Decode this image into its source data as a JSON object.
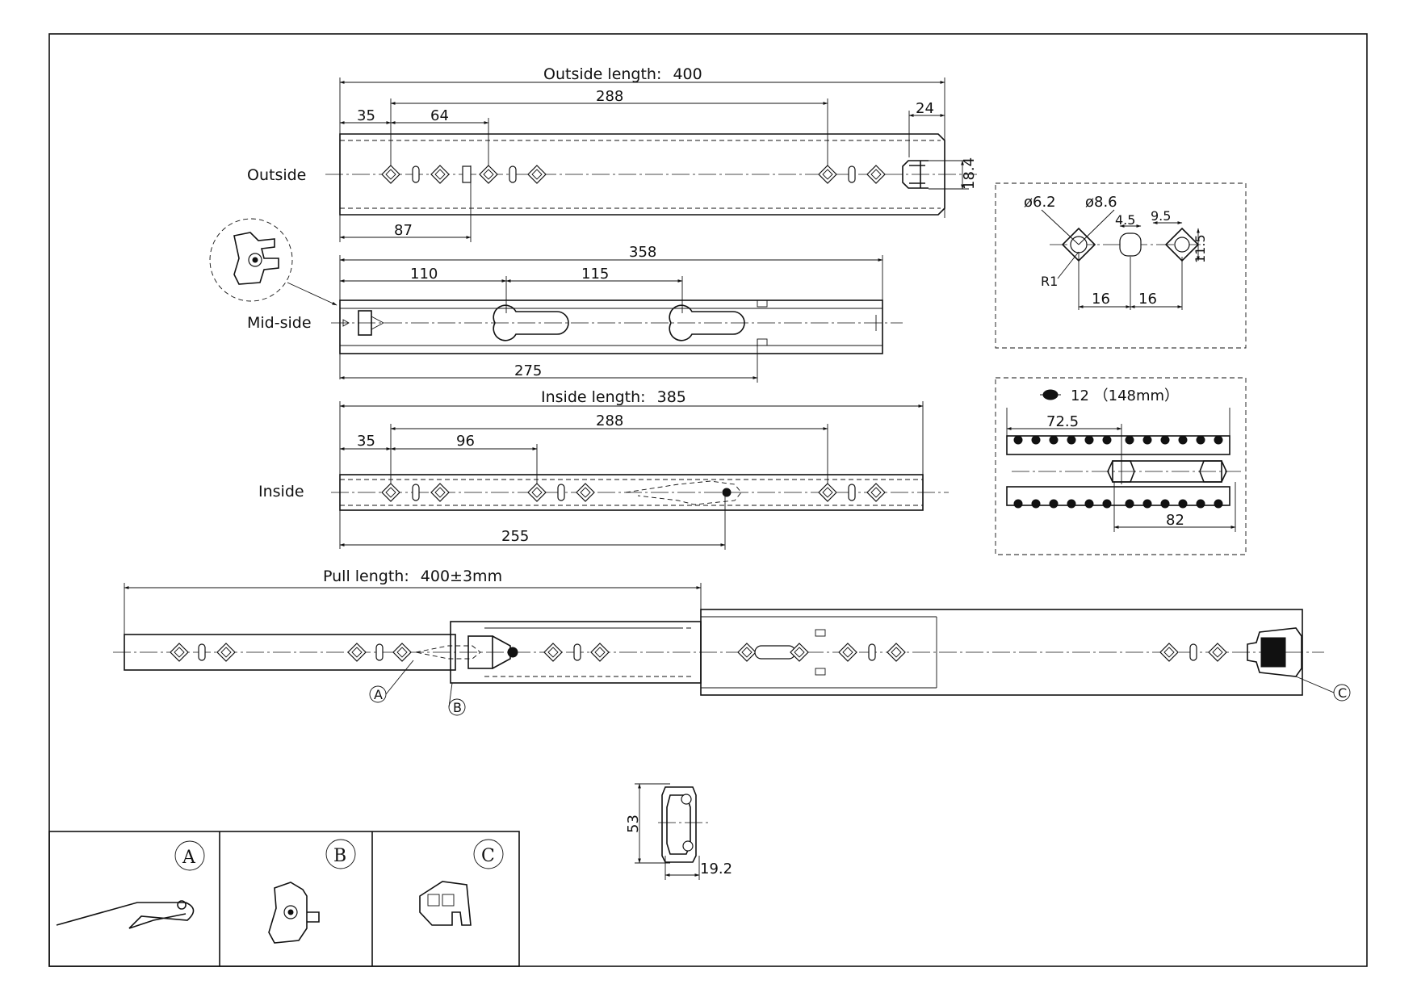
{
  "views": {
    "outside": {
      "label": "Outside",
      "length_label": "Outside length:",
      "length_value": "400",
      "dims": {
        "d288": "288",
        "d35": "35",
        "d64": "64",
        "d24": "24",
        "d18_4": "18.4",
        "d87": "87"
      }
    },
    "mid": {
      "label": "Mid-side",
      "dims": {
        "d358": "358",
        "d110": "110",
        "d115": "115",
        "d275": "275"
      }
    },
    "inside": {
      "label": "Inside",
      "length_label": "Inside length:",
      "length_value": "385",
      "dims": {
        "d288": "288",
        "d35": "35",
        "d96": "96",
        "d255": "255"
      }
    }
  },
  "hole_detail": {
    "d6_2": "ø6.2",
    "d8_6": "ø8.6",
    "d4_5": "4.5",
    "d9_5": "9.5",
    "d11_5": "11.5",
    "r1": "R1",
    "d16a": "16",
    "d16b": "16"
  },
  "balls_detail": {
    "count_label": "12 （148mm）",
    "d72_5": "72.5",
    "d82": "82"
  },
  "pull": {
    "length_label": "Pull length:",
    "length_value": "400±3mm",
    "callouts": [
      "A",
      "B",
      "C"
    ]
  },
  "section": {
    "d53": "53",
    "d19_2": "19.2"
  },
  "parts": {
    "a": "A",
    "b": "B",
    "c": "C"
  }
}
